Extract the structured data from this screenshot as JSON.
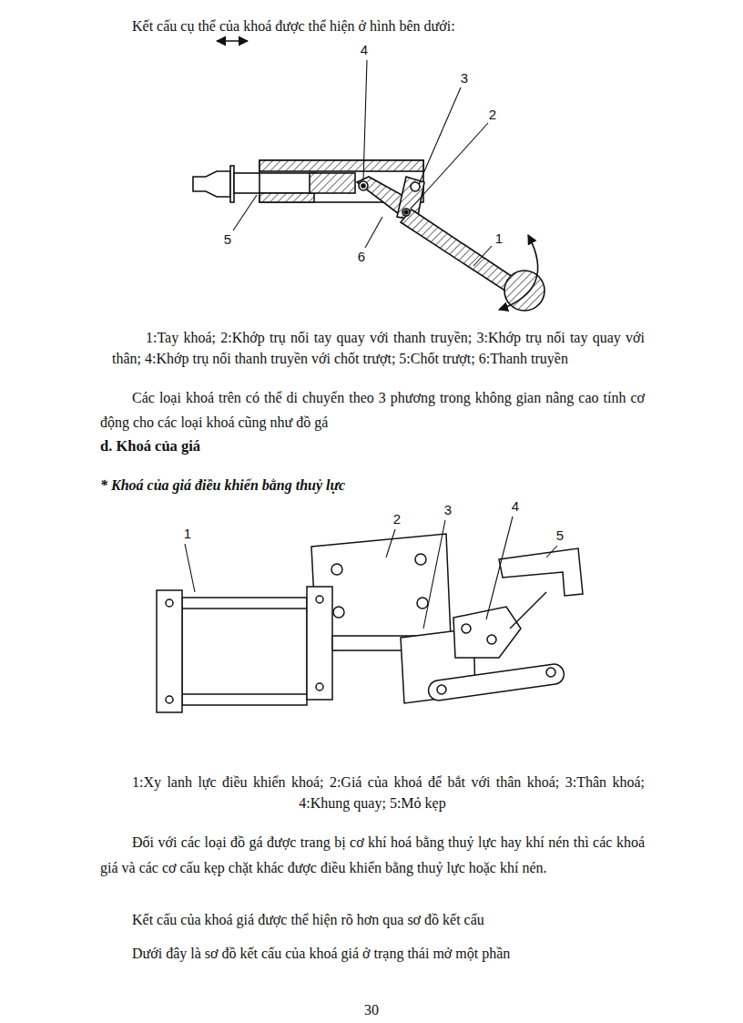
{
  "diagram": {
    "labels": [
      "Kết cấu cụ thể của khoá được thể hiện ở hình bên dưới:",
      "4",
      "3",
      "2",
      "5",
      "1",
      "6",
      "1:Tay khoá; 2:Khớp trụ nối tay quay với thanh truyền; 3:Khớp trụ nối tay quay với thân; 4:Khớp trụ nối thanh truyền với chốt trượt; 5:Chốt trượt; 6:Thanh truyền",
      "Các loại khoá trên có thể di chuyển theo 3 phương trong không gian nâng cao tính cơ động cho các loại khoá cũng như đồ gá",
      "d. Khoá của giá",
      "* Khoá của giá điều khiển bằng thuỷ lực",
      "2",
      "3",
      "4",
      "1",
      "5",
      "1:Xy lanh lực điều khiển khoá; 2:Giá của khoá để bắt với thân khoá; 3:Thân khoá; 4:Khung quay; 5:Mỏ kẹp",
      "Đối với các loại đồ gá được trang bị cơ khí hoá bằng thuỷ lực hay khí nén thì các khoá giá và các cơ cấu kẹp chặt khác được điều khiển bằng thuỷ lực hoặc khí nén.",
      "Kết cấu của khoá giá được thể hiện rõ hơn qua sơ đồ kết cấu",
      "Dưới đây là sơ đồ kết cấu của khoá giá ở trạng thái mở một phần",
      "30"
    ]
  }
}
